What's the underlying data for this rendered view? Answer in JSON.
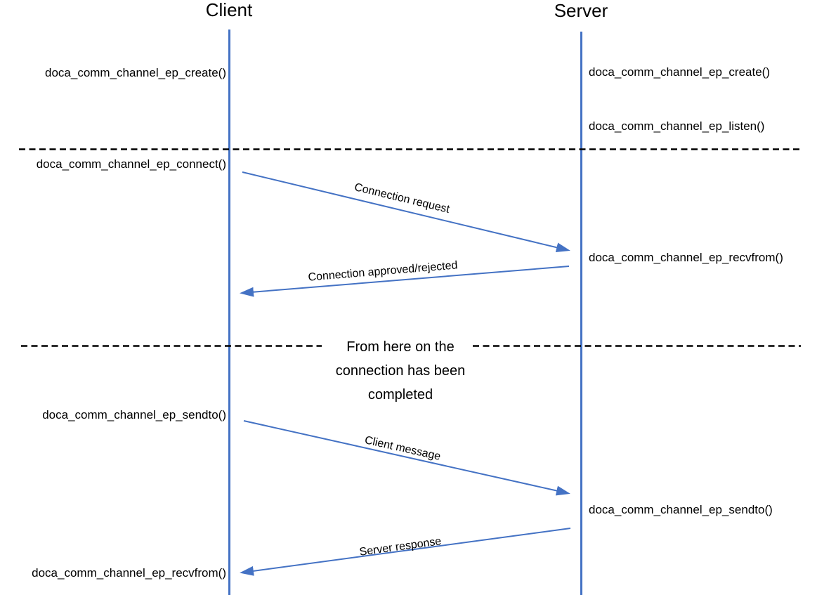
{
  "diagram": {
    "client": {
      "title": "Client",
      "calls": [
        "doca_comm_channel_ep_create()",
        "doca_comm_channel_ep_connect()",
        "doca_comm_channel_ep_sendto()",
        "doca_comm_channel_ep_recvfrom()"
      ]
    },
    "server": {
      "title": "Server",
      "calls": [
        "doca_comm_channel_ep_create()",
        "doca_comm_channel_ep_listen()",
        "doca_comm_channel_ep_recvfrom()",
        "doca_comm_channel_ep_sendto()"
      ]
    },
    "messages": [
      {
        "label": "Connection request",
        "direction": "client-to-server"
      },
      {
        "label": "Connection approved/rejected",
        "direction": "server-to-client"
      },
      {
        "label": "Client message",
        "direction": "client-to-server"
      },
      {
        "label": "Server response",
        "direction": "server-to-client"
      }
    ],
    "note": {
      "line1": "From here on the",
      "line2": "connection has been",
      "line3": "completed"
    },
    "colors": {
      "arrow_blue": "#4472C4",
      "text_black": "#000000"
    }
  }
}
